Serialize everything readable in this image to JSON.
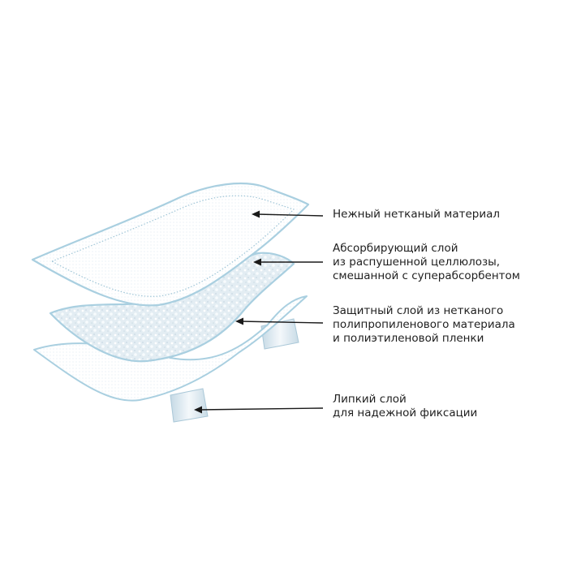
{
  "labels": [
    {
      "lines": [
        "Нежный нетканый материал"
      ]
    },
    {
      "lines": [
        "Абсорбирующий слой",
        "из распушенной целлюлозы,",
        "смешанной с суперабсорбентом"
      ]
    },
    {
      "lines": [
        "Защитный слой из нетканого",
        "полипропиленового материала",
        "и полиэтиленовой пленки"
      ]
    },
    {
      "lines": [
        "Липкий слой",
        "для надежной фиксации"
      ]
    }
  ],
  "colors": {
    "layer_outline": "#a9cfe0",
    "layer_fill": "#ffffff",
    "absorbent_fill": "#e3edf3",
    "adhesive_strip": "#cfe0ea",
    "arrow": "#1a1a1a",
    "text": "#1f1f1f"
  }
}
